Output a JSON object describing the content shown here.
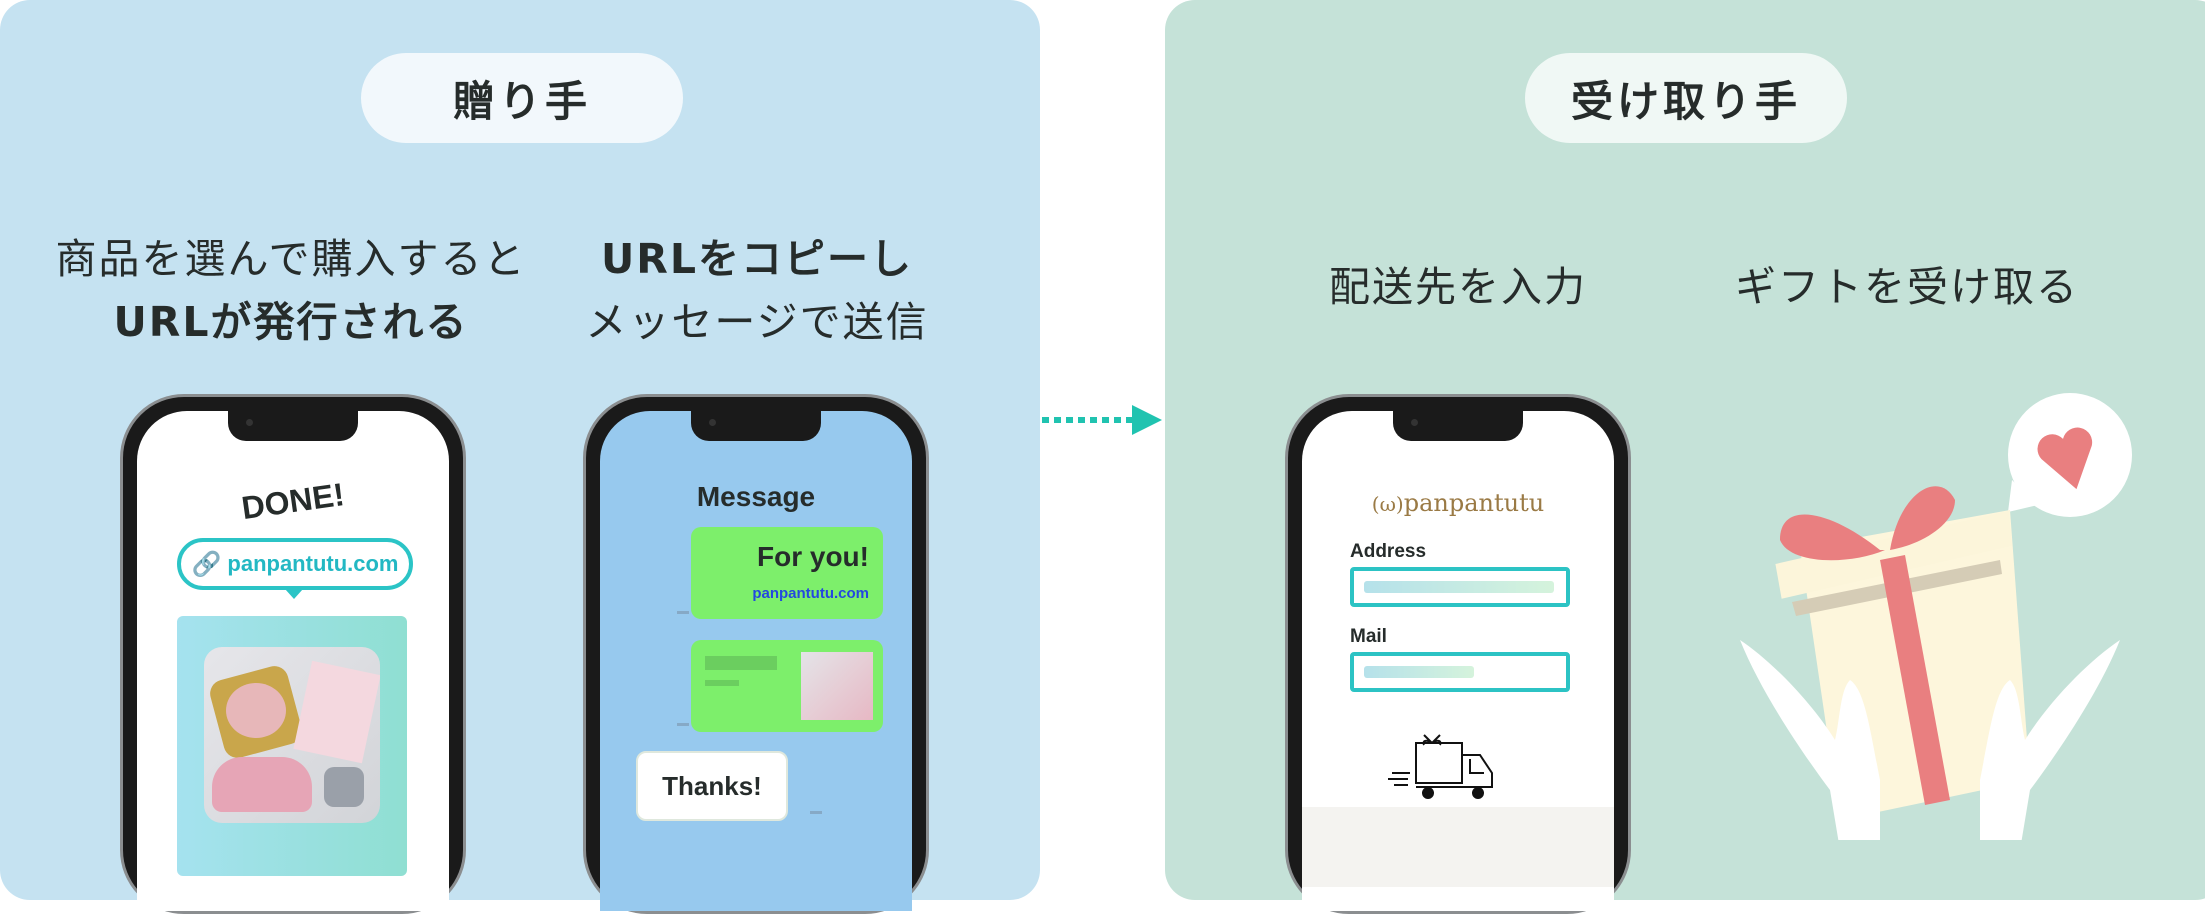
{
  "giver": {
    "title": "贈り手",
    "step1": {
      "line1": "商品を選んで購入すると",
      "line2": "URLが発行される"
    },
    "step2": {
      "line1": "URLをコピーし",
      "line2": "メッセージで送信"
    },
    "phone1": {
      "heading": "DONE!",
      "url": "panpantutu.com"
    },
    "phone2": {
      "heading": "Message",
      "bubble1_title": "For you!",
      "bubble1_link": "panpantutu.com",
      "reply": "Thanks!"
    }
  },
  "receiver": {
    "title": "受け取り手",
    "step1": {
      "line1": "配送先を入力"
    },
    "step2": {
      "line1": "ギフトを受け取る"
    },
    "phone3": {
      "logo": "panpantutu",
      "address_label": "Address",
      "mail_label": "Mail"
    }
  },
  "colors": {
    "giver_bg": "#c5e2f1",
    "receiver_bg": "#c5e2d8",
    "accent": "#20c3b0",
    "bubble_green": "#7def6b",
    "gift_red": "#e97f80"
  }
}
